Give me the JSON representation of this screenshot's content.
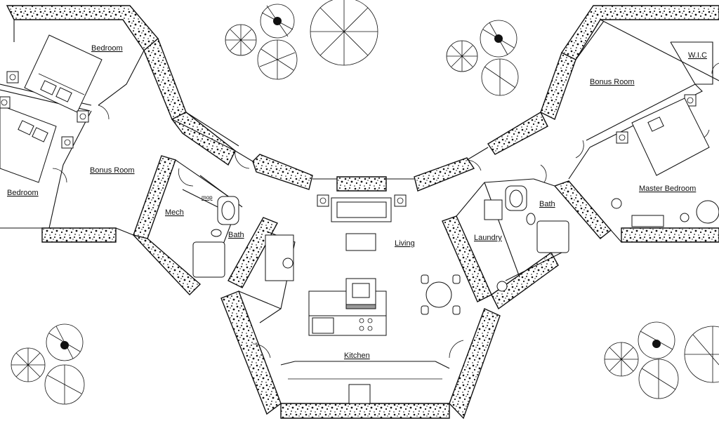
{
  "labels": {
    "bedroom_top": "Bedroom",
    "bedroom_left": "Bedroom",
    "bonus_left": "Bonus Room",
    "bonus_right": "Bonus Room",
    "wic": "W.I.C",
    "mech": "Mech",
    "mop": "mop",
    "bath_left": "Bath",
    "bath_right": "Bath",
    "living": "Living",
    "laundry": "Laundry",
    "master": "Master Bedroom",
    "kitchen": "Kitchen"
  },
  "colors": {
    "line": "#111111",
    "fill": "#ffffff"
  }
}
